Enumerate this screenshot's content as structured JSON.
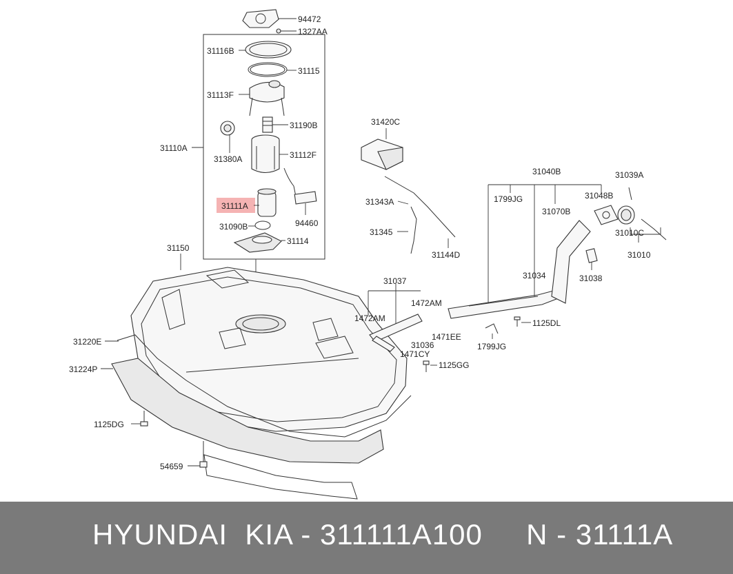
{
  "diagram": {
    "highlight_color": "#f29a9a",
    "labels": {
      "p94472": "94472",
      "p1327AA": "1327AA",
      "p31116B": "31116B",
      "p31115": "31115",
      "p31113F": "31113F",
      "p31190B": "31190B",
      "p31110A": "31110A",
      "p31380A": "31380A",
      "p31112F": "31112F",
      "p31111A": "31111A",
      "p94460": "94460",
      "p31090B": "31090B",
      "p31114": "31114",
      "p31150": "31150",
      "p31220E": "31220E",
      "p31224P": "31224P",
      "p1125DG": "1125DG",
      "p54659": "54659",
      "p31420C": "31420C",
      "p31343A": "31343A",
      "p31345": "31345",
      "p31144D": "31144D",
      "p31037": "31037",
      "p1472AM_a": "1472AM",
      "p1472AM_b": "1472AM",
      "p31036": "31036",
      "p1471EE": "1471EE",
      "p1471CY": "1471CY",
      "p1125GG": "1125GG",
      "p31040B": "31040B",
      "p1799JG_a": "1799JG",
      "p31070B": "31070B",
      "p31048B": "31048B",
      "p31039A": "31039A",
      "p31010C": "31010C",
      "p31010": "31010",
      "p31034": "31034",
      "p31038": "31038",
      "p1125DL": "1125DL",
      "p1799JG_b": "1799JG"
    }
  },
  "footer": {
    "background": "#7a7a7a",
    "text": "HYUNDAI  KIA - 311111A100     N - 31111A"
  }
}
